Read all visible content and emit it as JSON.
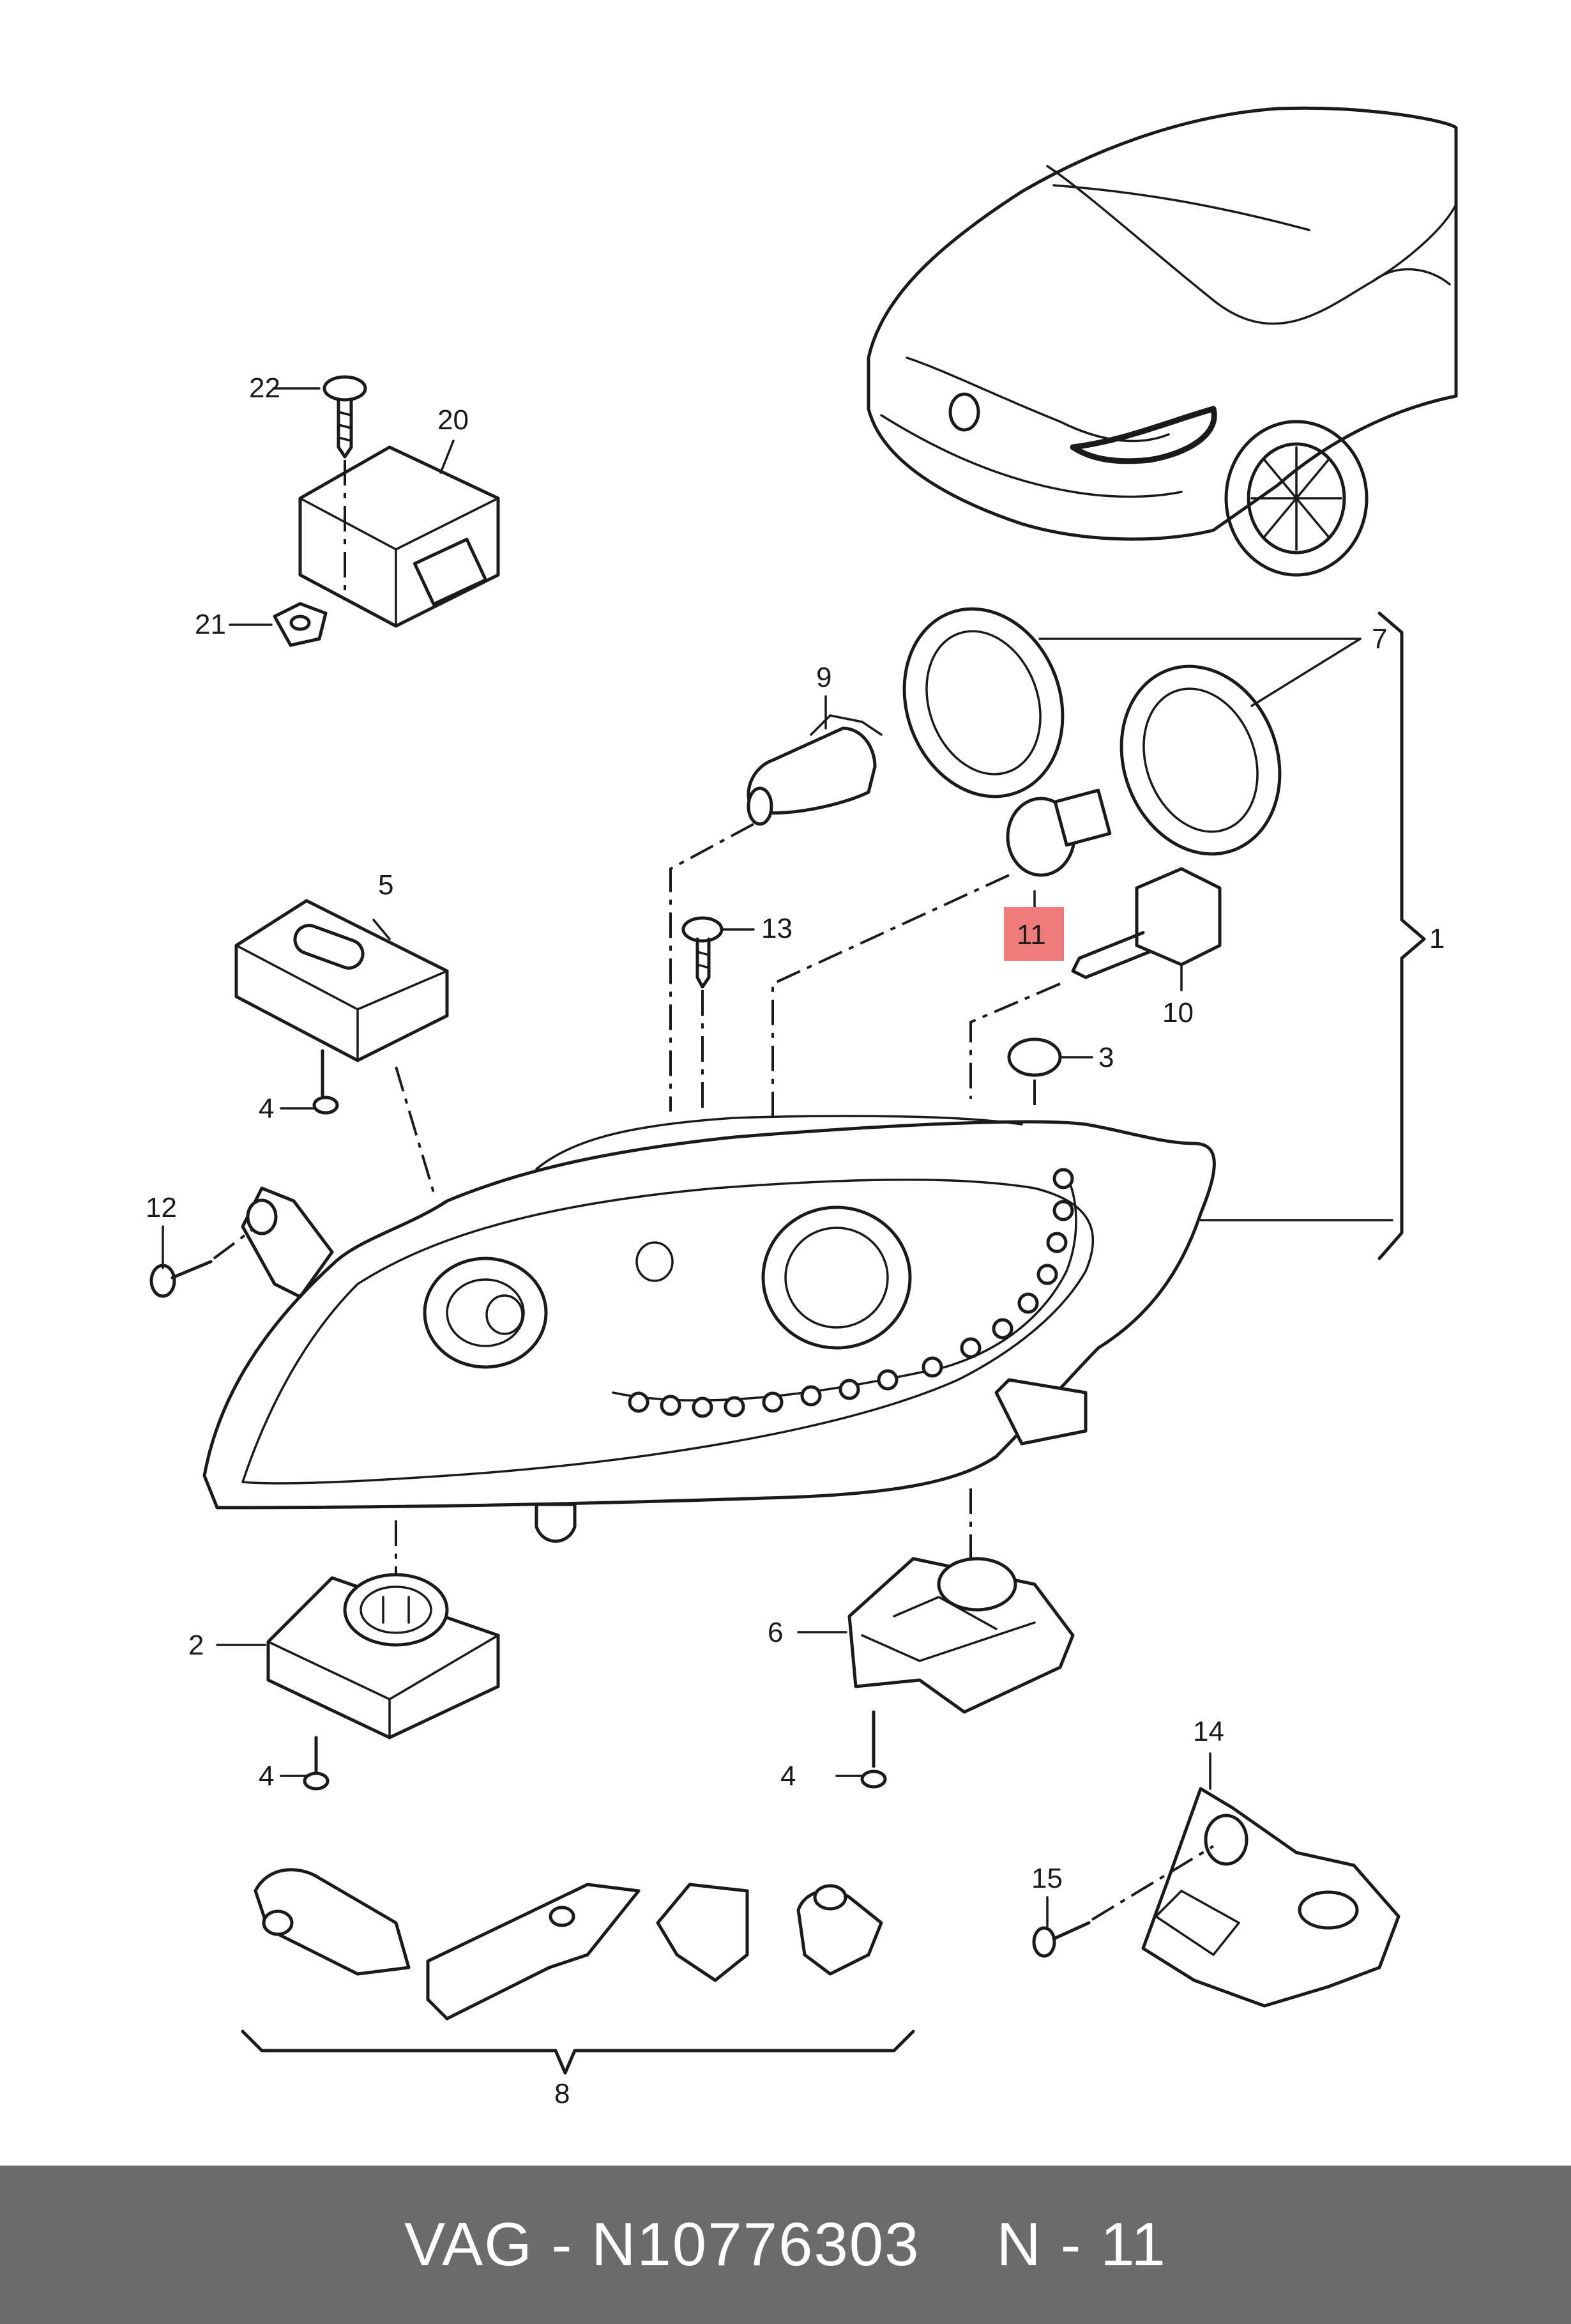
{
  "callouts": {
    "c1": "1",
    "c2": "2",
    "c3": "3",
    "c4a": "4",
    "c4b": "4",
    "c4c": "4",
    "c5": "5",
    "c6": "6",
    "c7": "7",
    "c8": "8",
    "c9": "9",
    "c10": "10",
    "c11": "11",
    "c12": "12",
    "c13": "13",
    "c14": "14",
    "c15": "15",
    "c20": "20",
    "c21": "21",
    "c22": "22"
  },
  "highlight_color": "#ef7b7b",
  "footer": {
    "brand": "VAG",
    "separator": "-",
    "part_number": "N10776303",
    "position": "N - 11"
  }
}
